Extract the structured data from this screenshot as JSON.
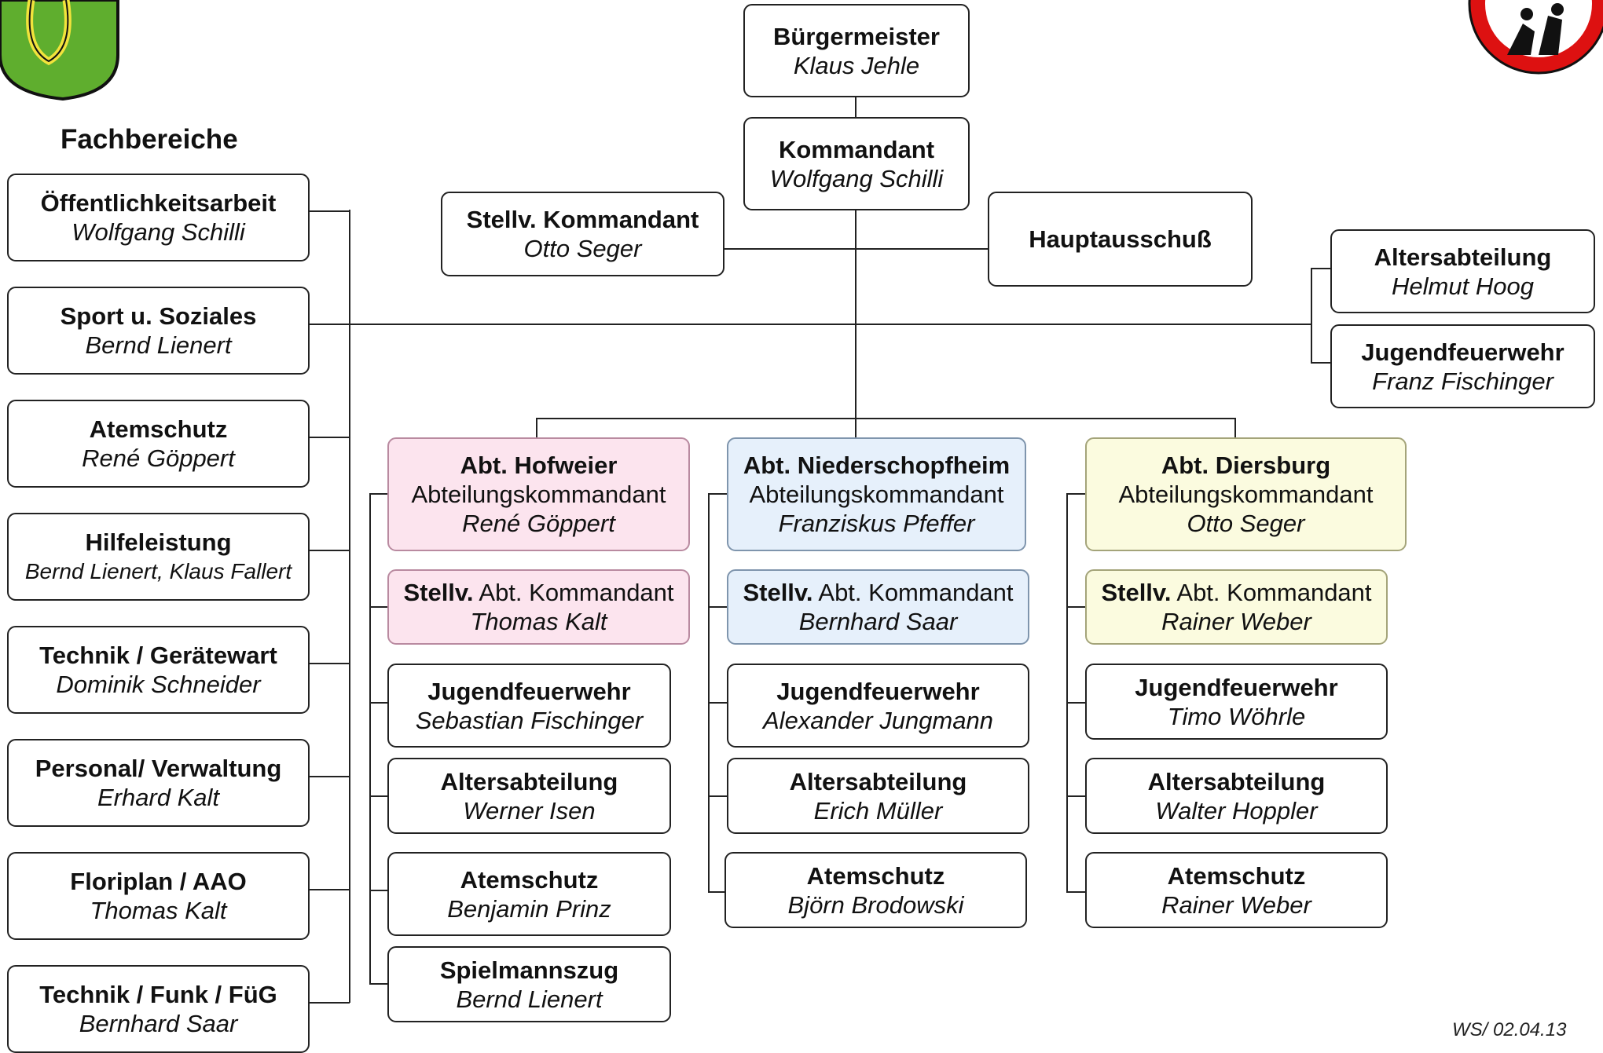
{
  "header": {
    "fachbereiche": "Fachbereiche",
    "stamp": "WS/ 02.04.13"
  },
  "top": {
    "buergermeister": {
      "title": "Bürgermeister",
      "name": "Klaus Jehle"
    },
    "kommandant": {
      "title": "Kommandant",
      "name": "Wolfgang Schilli"
    },
    "stellv": {
      "title": "Stellv. Kommandant",
      "name": "Otto Seger"
    },
    "hauptausschuss": {
      "title": "Hauptausschuß"
    }
  },
  "right": [
    {
      "title": "Altersabteilung",
      "name": "Helmut Hoog"
    },
    {
      "title": "Jugendfeuerwehr",
      "name": "Franz Fischinger"
    }
  ],
  "fachbereiche": [
    {
      "title": "Öffentlichkeitsarbeit",
      "name": "Wolfgang Schilli"
    },
    {
      "title": "Sport u. Soziales",
      "name": "Bernd Lienert"
    },
    {
      "title": "Atemschutz",
      "name": "René Göppert"
    },
    {
      "title": "Hilfeleistung",
      "name": "Bernd Lienert, Klaus Fallert"
    },
    {
      "title": "Technik / Gerätewart",
      "name": "Dominik Schneider"
    },
    {
      "title": "Personal/ Verwaltung",
      "name": "Erhard Kalt"
    },
    {
      "title": "Floriplan / AAO",
      "name": "Thomas Kalt"
    },
    {
      "title": "Technik / Funk / FüG",
      "name": "Bernhard Saar"
    }
  ],
  "abteilungen": [
    {
      "title": "Abt. Hofweier",
      "role": "Abteilungskommandant",
      "name": "René Göppert",
      "stellv_bold": "Stellv.",
      "stellv_rest": " Abt. Kommandant",
      "stellv_name": "Thomas Kalt",
      "units": [
        {
          "title": "Jugendfeuerwehr",
          "name": "Sebastian Fischinger"
        },
        {
          "title": "Altersabteilung",
          "name": "Werner Isen"
        },
        {
          "title": "Atemschutz",
          "name": "Benjamin Prinz"
        },
        {
          "title": "Spielmannszug",
          "name": "Bernd Lienert"
        }
      ]
    },
    {
      "title": "Abt. Niederschopfheim",
      "role": "Abteilungskommandant",
      "name": "Franziskus Pfeffer",
      "stellv_bold": "Stellv.",
      "stellv_rest": " Abt. Kommandant",
      "stellv_name": "Bernhard Saar",
      "units": [
        {
          "title": "Jugendfeuerwehr",
          "name": "Alexander Jungmann"
        },
        {
          "title": "Altersabteilung",
          "name": "Erich Müller"
        },
        {
          "title": "Atemschutz",
          "name": "Björn Brodowski"
        }
      ]
    },
    {
      "title": "Abt. Diersburg",
      "role": "Abteilungskommandant",
      "name": "Otto Seger",
      "stellv_bold": "Stellv.",
      "stellv_rest": " Abt. Kommandant",
      "stellv_name": "Rainer Weber",
      "units": [
        {
          "title": "Jugendfeuerwehr",
          "name": "Timo Wöhrle"
        },
        {
          "title": "Altersabteilung",
          "name": "Walter Hoppler"
        },
        {
          "title": "Atemschutz",
          "name": "Rainer Weber"
        }
      ]
    }
  ]
}
